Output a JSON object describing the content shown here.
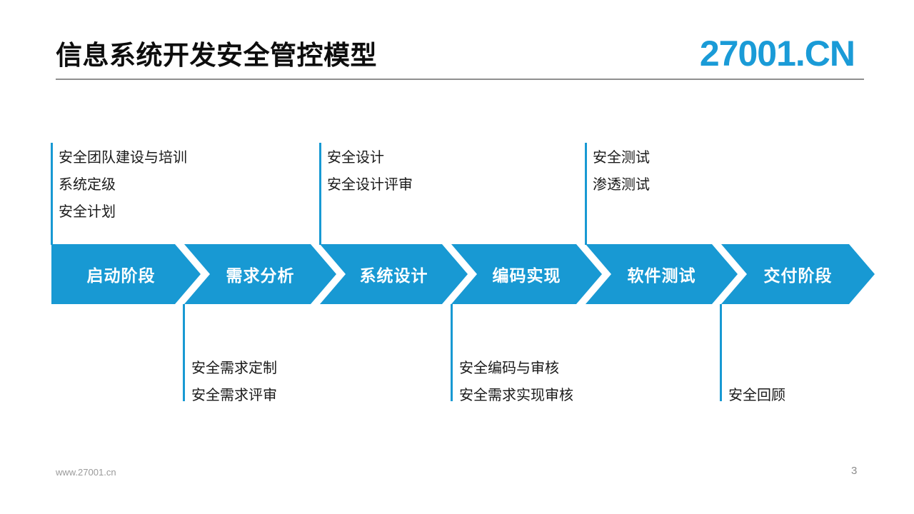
{
  "slide": {
    "title": "信息系统开发安全管控模型",
    "logo": "27001.CN",
    "footer_url": "www.27001.cn",
    "page_number": "3"
  },
  "colors": {
    "accent": "#1899d3",
    "title_text": "#0d0d0d",
    "rule_gray": "#8f8f8f",
    "footer_gray": "#9a9a9a",
    "stage_label": "#ffffff"
  },
  "process": {
    "stages": [
      {
        "label": "启动阶段"
      },
      {
        "label": "需求分析"
      },
      {
        "label": "系统设计"
      },
      {
        "label": "编码实现"
      },
      {
        "label": "软件测试"
      },
      {
        "label": "交付阶段"
      }
    ]
  },
  "callouts": {
    "top": [
      {
        "stage": "启动阶段",
        "items": [
          "安全团队建设与培训",
          "系统定级",
          "安全计划"
        ]
      },
      {
        "stage": "系统设计",
        "items": [
          "安全设计",
          "安全设计评审"
        ]
      },
      {
        "stage": "软件测试",
        "items": [
          "安全测试",
          "渗透测试"
        ]
      }
    ],
    "bottom": [
      {
        "stage": "需求分析",
        "items": [
          "安全需求定制",
          "安全需求评审"
        ]
      },
      {
        "stage": "编码实现",
        "items": [
          "安全编码与审核",
          "安全需求实现审核"
        ]
      },
      {
        "stage": "交付阶段",
        "items": [
          "安全回顾"
        ]
      }
    ]
  }
}
